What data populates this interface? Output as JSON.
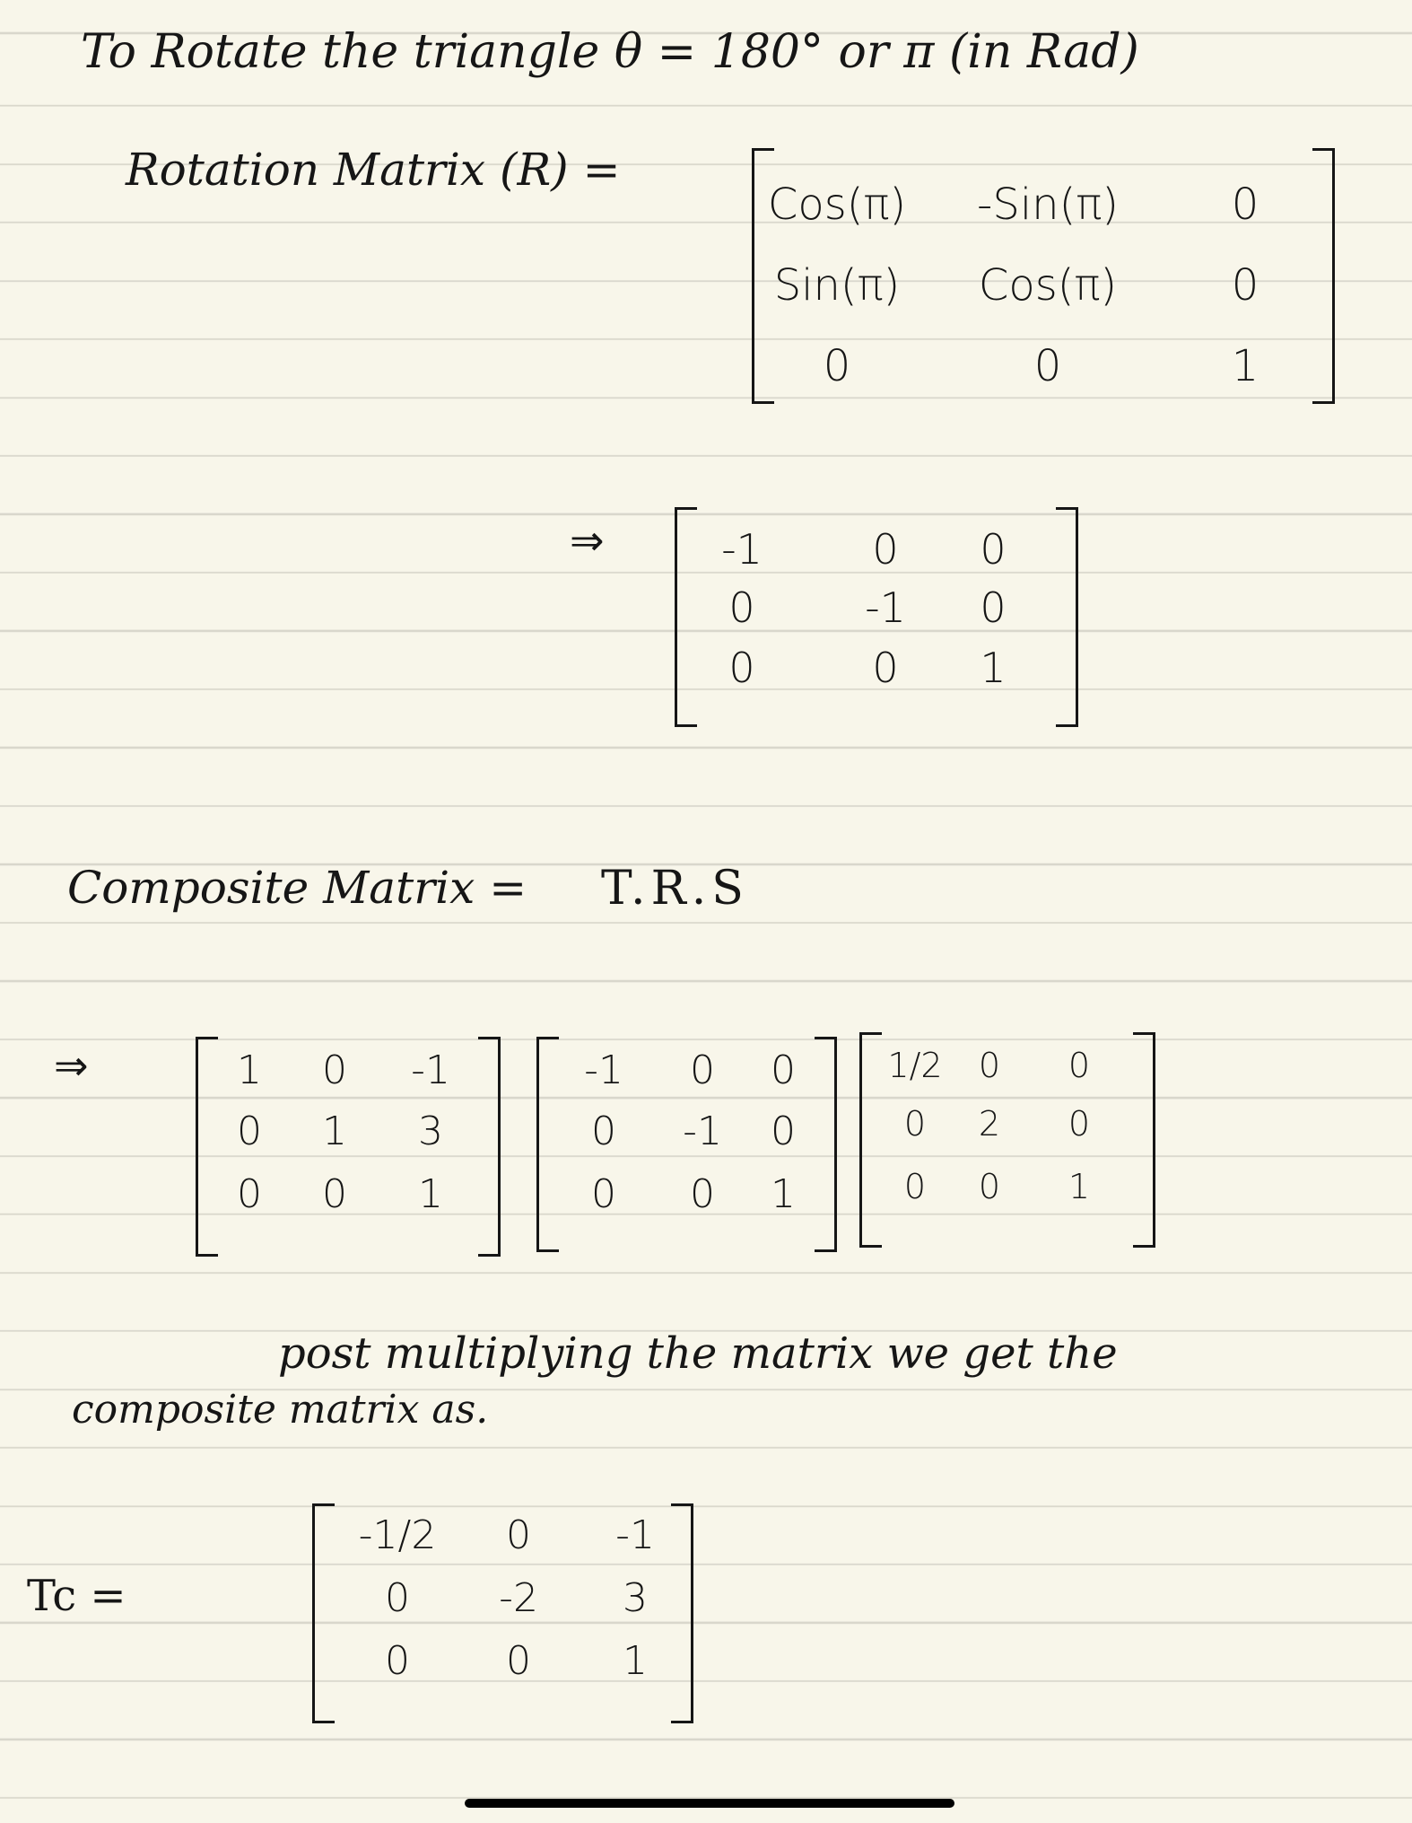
{
  "title": "To Rotate the triangle θ = 180° or π (in Rad)",
  "rotation_label": "Rotation Matrix (R) =",
  "rotation_matrix": [
    [
      "Cos(π)",
      "-Sin(π)",
      "0"
    ],
    [
      "Sin(π)",
      "Cos(π)",
      "0"
    ],
    [
      "0",
      "0",
      "1"
    ]
  ],
  "implies_symbol": "⇒",
  "rotation_result": [
    [
      "-1",
      "0",
      "0"
    ],
    [
      "0",
      "-1",
      "0"
    ],
    [
      "0",
      "0",
      "1"
    ]
  ],
  "composite_label": "Composite Matrix =",
  "composite_formula": "T.R.S",
  "translation_matrix": [
    [
      "1",
      "0",
      "-1"
    ],
    [
      "0",
      "1",
      "3"
    ],
    [
      "0",
      "0",
      "1"
    ]
  ],
  "rotation_matrix_numeric": [
    [
      "-1",
      "0",
      "0"
    ],
    [
      "0",
      "-1",
      "0"
    ],
    [
      "0",
      "0",
      "1"
    ]
  ],
  "scaling_matrix": [
    [
      "1/2",
      "0",
      "0"
    ],
    [
      "0",
      "2",
      "0"
    ],
    [
      "0",
      "0",
      "1"
    ]
  ],
  "post_text_line1": "post multiplying the matrix we get the",
  "post_text_line2": "composite matrix as.",
  "tc_label": "Tc =",
  "tc_matrix": [
    [
      "-1/2",
      "0",
      "-1"
    ],
    [
      "0",
      "-2",
      "3"
    ],
    [
      "0",
      "0",
      "1"
    ]
  ]
}
